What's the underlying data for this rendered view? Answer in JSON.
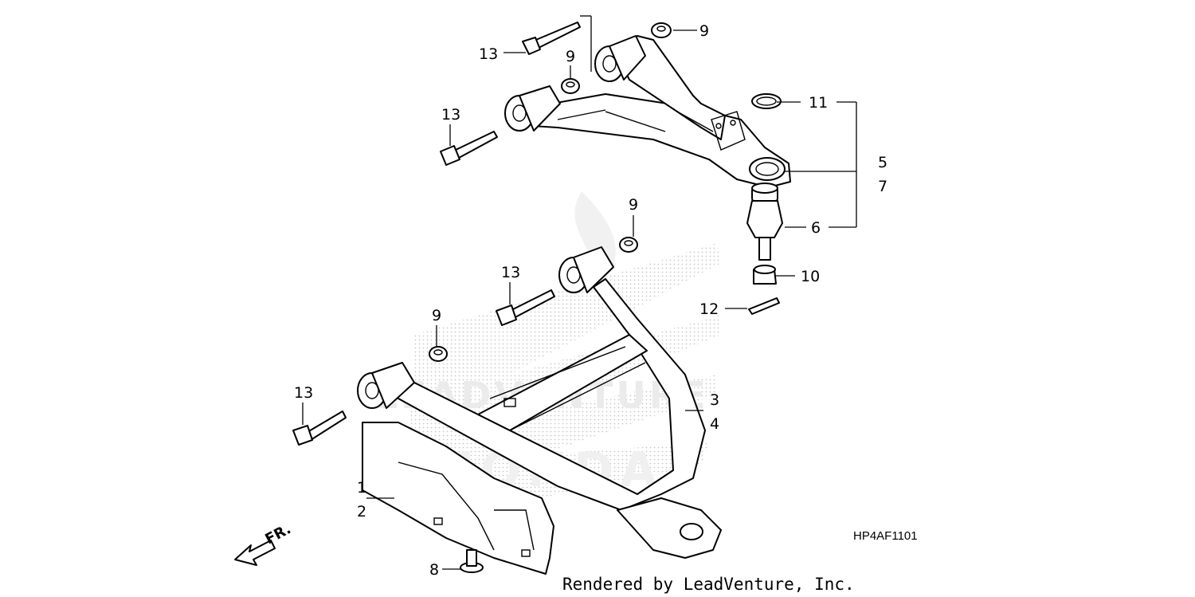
{
  "diagram": {
    "callouts": {
      "c1": "1",
      "c2": "2",
      "c3": "3",
      "c4": "4",
      "c5": "5",
      "c6": "6",
      "c7": "7",
      "c8": "8",
      "c9a": "9",
      "c9b": "9",
      "c9c": "9",
      "c9d": "9",
      "c10": "10",
      "c11": "11",
      "c12": "12",
      "c13a": "13",
      "c13b": "13",
      "c13c": "13",
      "c13d": "13"
    },
    "direction_label": "FR.",
    "diagram_code": "HP4AF1101",
    "credit": "Rendered by LeadVenture, Inc.",
    "watermark_text_1": "LEADVENTURE",
    "watermark_text_2": "HONDA"
  }
}
